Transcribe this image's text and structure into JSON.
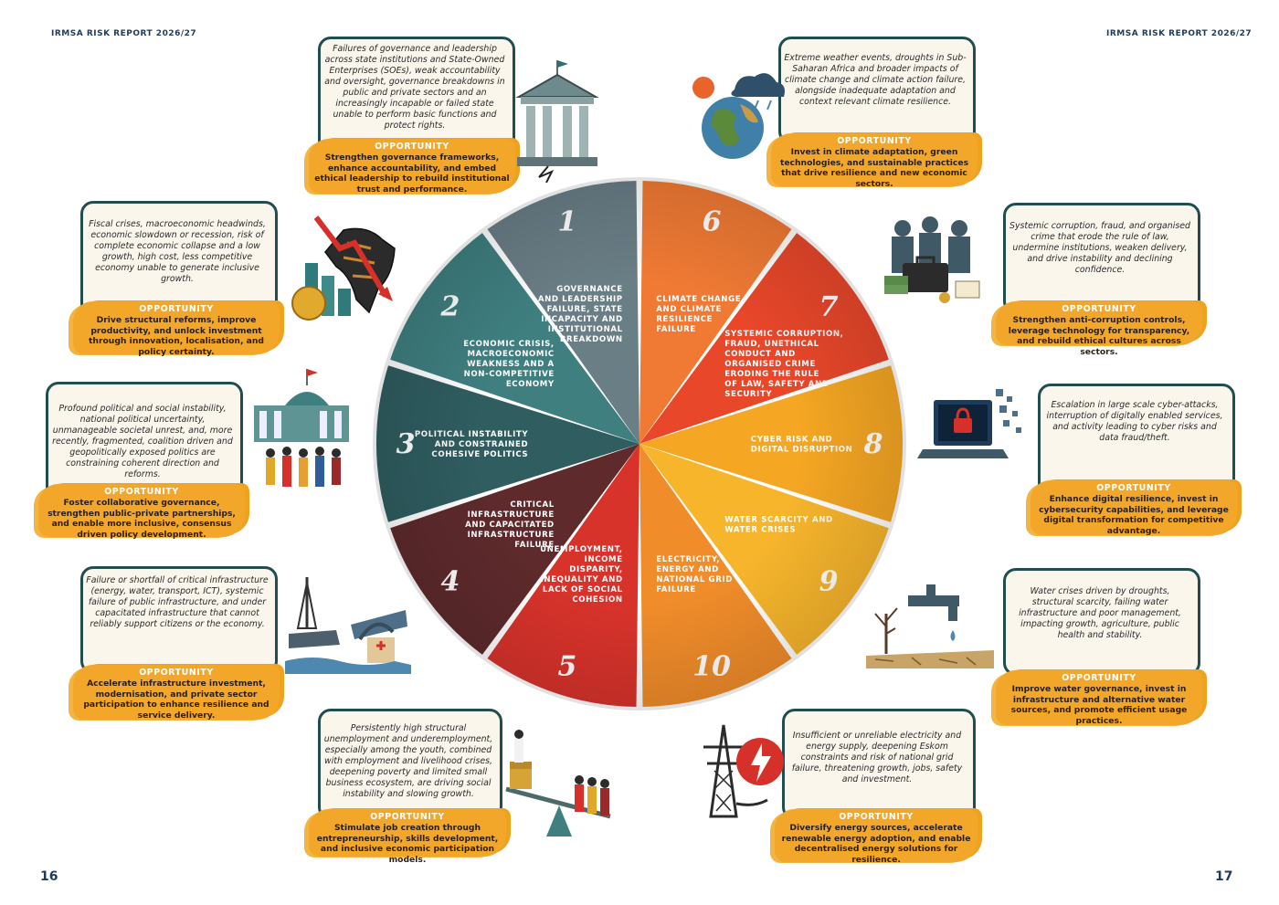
{
  "header": {
    "left": "IRMSA RISK REPORT 2026/27",
    "right": "IRMSA RISK REPORT 2026/27"
  },
  "pages": {
    "left": "16",
    "right": "17"
  },
  "opportunity_label": "OPPORTUNITY",
  "risks": [
    {
      "number": "1",
      "label_lines": [
        "GOVERNANCE",
        "AND LEADERSHIP",
        "FAILURE, STATE",
        "INCAPACITY AND",
        "INSTITUTIONAL",
        "BREAKDOWN"
      ],
      "color": "#6a7e86",
      "description": "Failures of governance and leadership across state institutions and State-Owned Enterprises (SOEs), weak accountability and oversight, governance breakdowns in public and private sectors and an increasingly incapable or failed state unable to perform basic functions and protect rights.",
      "opportunity": "Strengthen governance frameworks, enhance accountability, and embed ethical leadership to rebuild institutional trust and performance.",
      "icon": "collapsing-government-building-icon"
    },
    {
      "number": "2",
      "label_lines": [
        "ECONOMIC CRISIS,",
        "MACROECONOMIC",
        "WEAKNESS AND A",
        "NON-COMPETITIVE",
        "ECONOMY"
      ],
      "color": "#3f7f80",
      "description": "Fiscal crises, macroeconomic headwinds, economic slowdown or recession, risk of complete economic collapse and a low growth, high cost, less competitive economy unable to generate inclusive growth.",
      "opportunity": "Drive structural reforms, improve productivity, and unlock investment through innovation, localisation, and policy certainty.",
      "icon": "declining-economy-africa-icon"
    },
    {
      "number": "3",
      "label_lines": [
        "POLITICAL INSTABILITY",
        "AND CONSTRAINED",
        "COHESIVE POLITICS"
      ],
      "color": "#2f5d60",
      "description": "Profound political and social instability, national political uncertainty, unmanageable societal unrest, and, more recently, fragmented, coalition driven and geopolitically exposed politics are constraining coherent direction and reforms.",
      "opportunity": "Foster collaborative governance, strengthen public-private partnerships, and enable more inclusive, consensus driven policy development.",
      "icon": "parliament-crowd-icon"
    },
    {
      "number": "4",
      "label_lines": [
        "CRITICAL",
        "INFRASTRUCTURE",
        "AND CAPACITATED",
        "INFRASTRUCTURE",
        "FAILURE"
      ],
      "color": "#5e2a2c",
      "description": "Failure or shortfall of critical infrastructure (energy, water, transport, ICT), systemic failure of public infrastructure, and under capacitated infrastructure that cannot reliably support citizens or the economy.",
      "opportunity": "Accelerate infrastructure investment, modernisation, and private sector participation to enhance resilience and service delivery.",
      "icon": "broken-bridge-icon"
    },
    {
      "number": "5",
      "label_lines": [
        "UNEMPLOYMENT,",
        "INCOME",
        "DISPARITY,",
        "INEQUALITY AND",
        "LACK OF SOCIAL",
        "COHESION"
      ],
      "color": "#d8332b",
      "description": "Persistently high structural unemployment and underemployment, especially among the youth, combined with employment and livelihood crises, deepening poverty and limited small business ecosystem, are driving social instability and slowing growth.",
      "opportunity": "Stimulate job creation through entrepreneurship, skills development, and inclusive economic participation models.",
      "icon": "inequality-seesaw-icon"
    },
    {
      "number": "6",
      "label_lines": [
        "CLIMATE CHANGE",
        "AND CLIMATE",
        "RESILIENCE",
        "FAILURE"
      ],
      "color": "#f07a34",
      "description": "Extreme weather events, droughts in Sub-Saharan Africa and broader impacts of climate change and climate action failure, alongside inadequate adaptation and context relevant climate resilience.",
      "opportunity": "Invest in climate adaptation, green technologies, and sustainable practices that drive resilience and new economic sectors.",
      "icon": "earth-weather-icon"
    },
    {
      "number": "7",
      "label_lines": [
        "SYSTEMIC CORRUPTION,",
        "FRAUD, UNETHICAL",
        "CONDUCT AND",
        "ORGANISED CRIME",
        "ERODING THE RULE",
        "OF LAW, SAFETY AND",
        "SECURITY"
      ],
      "color": "#e8472a",
      "description": "Systemic corruption, fraud, and organised crime that erode the rule of law, undermine institutions, weaken delivery, and drive instability and declining confidence.",
      "opportunity": "Strengthen anti-corruption controls, leverage technology for transparency, and rebuild ethical cultures across sectors.",
      "icon": "corruption-money-briefcase-icon"
    },
    {
      "number": "8",
      "label_lines": [
        "CYBER RISK AND",
        "DIGITAL DISRUPTION"
      ],
      "color": "#f5a623",
      "description": "Escalation in large scale cyber-attacks, interruption of digitally enabled services, and activity leading to cyber risks and data fraud/theft.",
      "opportunity": "Enhance digital resilience, invest in cybersecurity capabilities, and leverage digital transformation for competitive advantage.",
      "icon": "laptop-padlock-icon"
    },
    {
      "number": "9",
      "label_lines": [
        "WATER SCARCITY AND",
        "WATER CRISES"
      ],
      "color": "#f7b52c",
      "description": "Water crises driven by droughts, structural scarcity, failing water infrastructure and poor management, impacting growth, agriculture, public health and stability.",
      "opportunity": "Improve water governance, invest in infrastructure and alternative water sources, and promote efficient usage practices.",
      "icon": "dripping-tap-drought-icon"
    },
    {
      "number": "10",
      "label_lines": [
        "ELECTRICITY,",
        "ENERGY AND",
        "NATIONAL GRID",
        "FAILURE"
      ],
      "color": "#f08c2a",
      "description": "Insufficient or unreliable electricity and energy supply, deepening Eskom constraints and risk of national grid failure, threatening growth, jobs, safety and investment.",
      "opportunity": "Diversify energy sources, accelerate renewable energy adoption, and enable decentralised energy solutions for resilience.",
      "icon": "power-pylon-lightning-icon"
    }
  ]
}
